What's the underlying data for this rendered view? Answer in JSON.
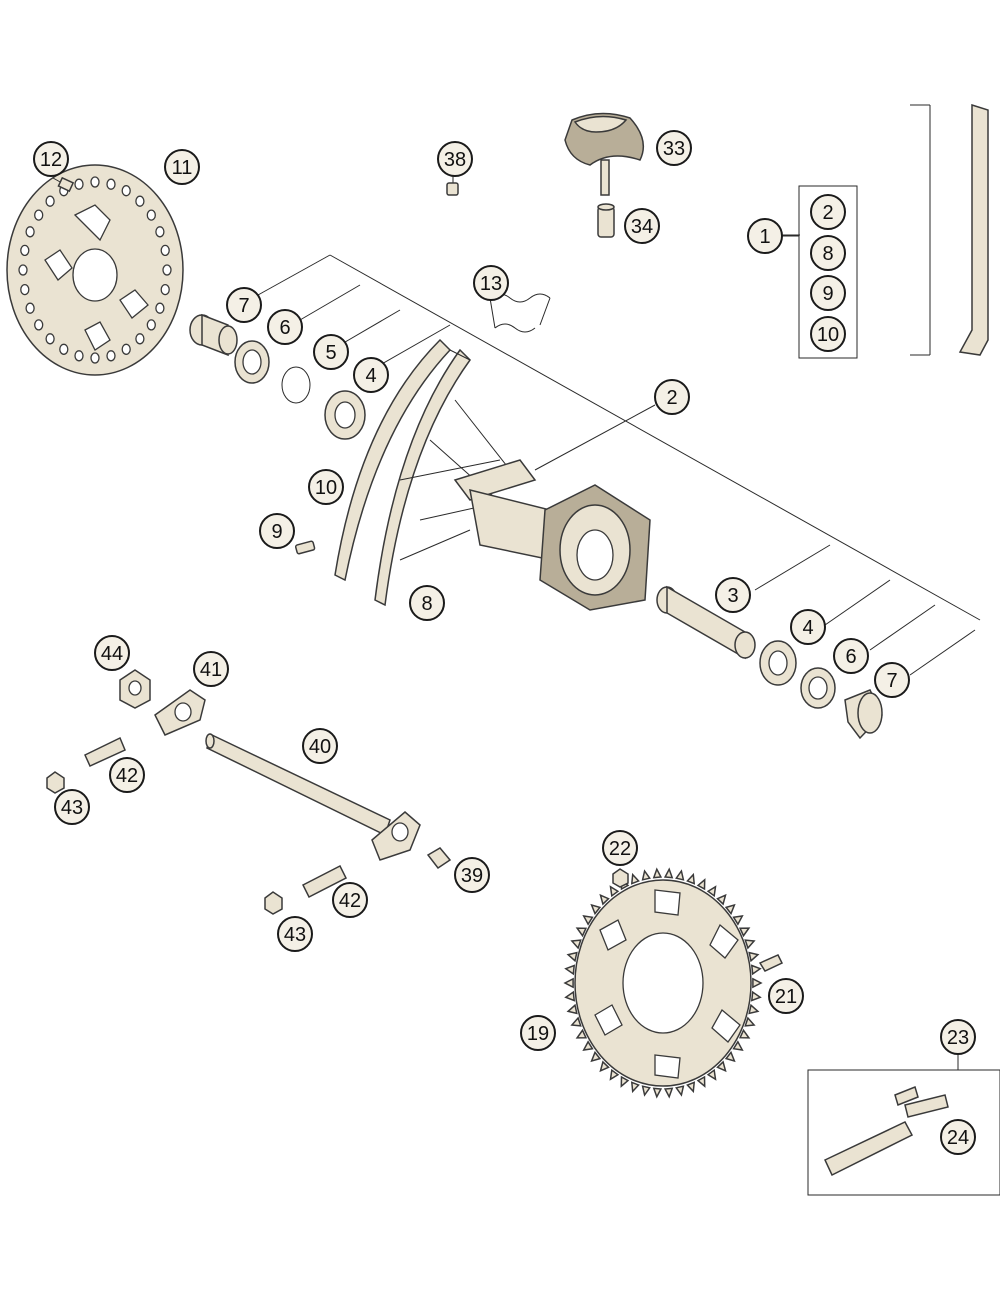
{
  "diagram": {
    "colors": {
      "outline": "#3a3a3a",
      "part_fill": "#eae3d2",
      "callout_fill": "#f4f0e6",
      "background": "#ffffff"
    },
    "callouts": [
      {
        "key": "c1",
        "label": "1"
      },
      {
        "key": "c2a",
        "label": "2"
      },
      {
        "key": "c8a",
        "label": "8"
      },
      {
        "key": "c9a",
        "label": "9"
      },
      {
        "key": "c10a",
        "label": "10"
      },
      {
        "key": "c2",
        "label": "2"
      },
      {
        "key": "c3",
        "label": "3"
      },
      {
        "key": "c4a",
        "label": "4"
      },
      {
        "key": "c4b",
        "label": "4"
      },
      {
        "key": "c5",
        "label": "5"
      },
      {
        "key": "c6a",
        "label": "6"
      },
      {
        "key": "c6b",
        "label": "6"
      },
      {
        "key": "c7a",
        "label": "7"
      },
      {
        "key": "c7b",
        "label": "7"
      },
      {
        "key": "c8",
        "label": "8"
      },
      {
        "key": "c9",
        "label": "9"
      },
      {
        "key": "c10",
        "label": "10"
      },
      {
        "key": "c11",
        "label": "11"
      },
      {
        "key": "c12",
        "label": "12"
      },
      {
        "key": "c13",
        "label": "13"
      },
      {
        "key": "c19",
        "label": "19"
      },
      {
        "key": "c21",
        "label": "21"
      },
      {
        "key": "c22",
        "label": "22"
      },
      {
        "key": "c23",
        "label": "23"
      },
      {
        "key": "c24",
        "label": "24"
      },
      {
        "key": "c33",
        "label": "33"
      },
      {
        "key": "c34",
        "label": "34"
      },
      {
        "key": "c38",
        "label": "38"
      },
      {
        "key": "c39",
        "label": "39"
      },
      {
        "key": "c40",
        "label": "40"
      },
      {
        "key": "c41",
        "label": "41"
      },
      {
        "key": "c42a",
        "label": "42"
      },
      {
        "key": "c42b",
        "label": "42"
      },
      {
        "key": "c43a",
        "label": "43"
      },
      {
        "key": "c43b",
        "label": "43"
      },
      {
        "key": "c44",
        "label": "44"
      }
    ],
    "parts": [
      "brake-disc",
      "disc-screw",
      "rim-strip",
      "valve-cap",
      "tube-valve",
      "valve-nut",
      "wheel-assembly-sketch",
      "spacer-left",
      "shaft-seal-left",
      "circlip",
      "bearing-left",
      "rim",
      "spoke-nipple",
      "hub",
      "spacer-tube",
      "bearing-right",
      "shaft-seal-right",
      "spacer-right",
      "chain-adjuster-left",
      "axle-nut",
      "adjuster-screw",
      "lock-nut",
      "wheel-axle",
      "chain-adjuster-right",
      "axle-plug",
      "sprocket",
      "sprocket-screw",
      "sprocket-nut",
      "chain",
      "chain-connecting-link"
    ]
  }
}
